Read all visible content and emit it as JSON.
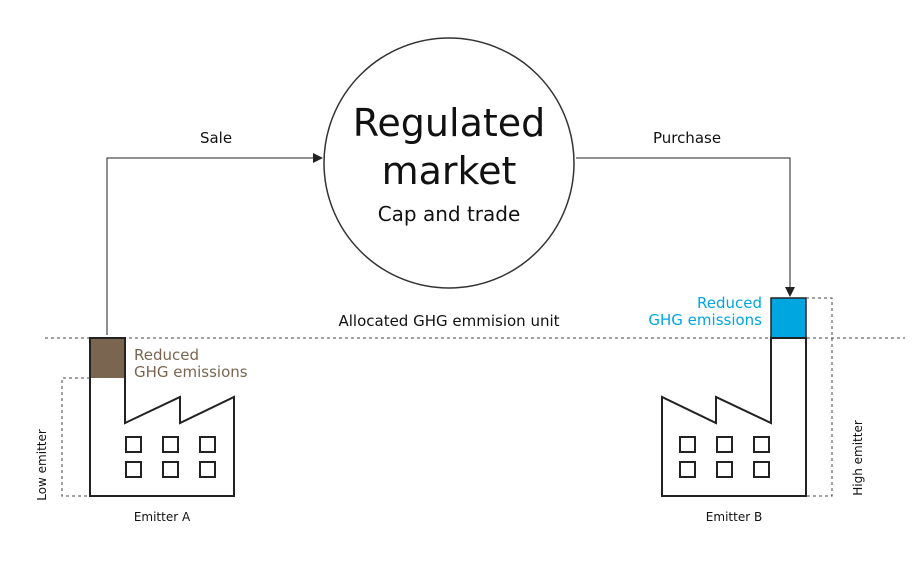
{
  "market": {
    "title_line1": "Regulated",
    "title_line2": "market",
    "subtitle": "Cap and trade"
  },
  "flows": {
    "sale": "Sale",
    "purchase": "Purchase"
  },
  "allocated_line_label": "Allocated GHG emmision unit",
  "emitter_a": {
    "name": "Emitter A",
    "side_label": "Low emitter",
    "reduced_line1": "Reduced",
    "reduced_line2": "GHG emissions",
    "color": "#7a6650"
  },
  "emitter_b": {
    "name": "Emitter B",
    "side_label": "High emitter",
    "reduced_line1": "Reduced",
    "reduced_line2": "GHG emissions",
    "color": "#00a6e0"
  }
}
